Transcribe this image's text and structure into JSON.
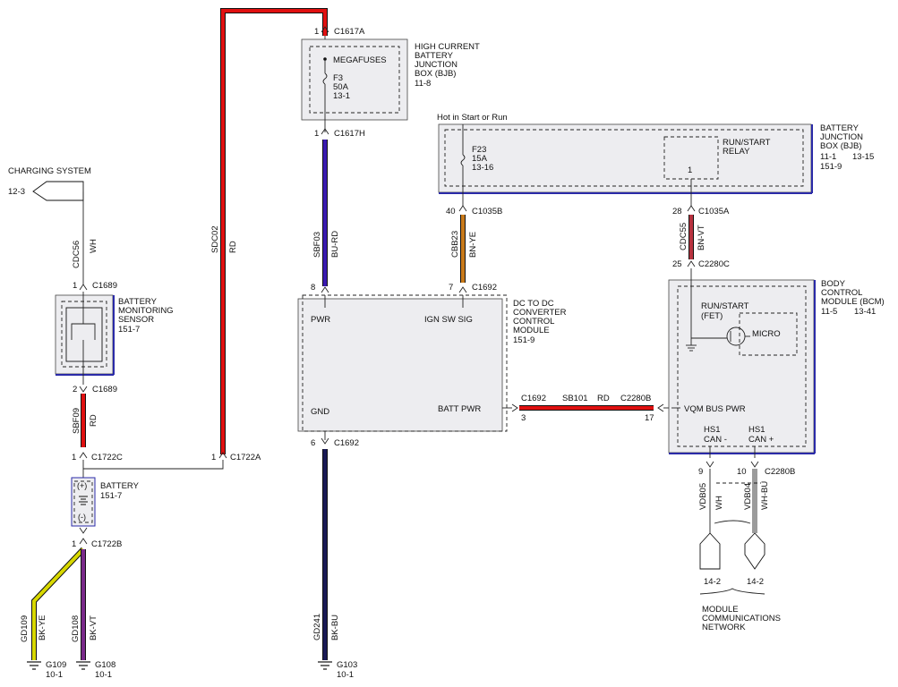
{
  "labels": {
    "c1617a": "C1617A",
    "c1617h": "C1617H",
    "pin1_top": "1",
    "pin1_bjb_bottom": "1",
    "hcbjb_title": [
      "HIGH CURRENT",
      "BATTERY",
      "JUNCTION",
      "BOX (BJB)"
    ],
    "hcbjb_ref": "11-8",
    "megafuses": "MEGAFUSES",
    "f3": [
      "F3",
      "50A",
      "13-1"
    ],
    "hot_in_start": "Hot in Start or Run",
    "bjb_title": [
      "BATTERY",
      "JUNCTION",
      "BOX (BJB)"
    ],
    "bjb_refs": [
      "11-1",
      "13-15",
      "151-9"
    ],
    "f23": [
      "F23",
      "15A",
      "13-16"
    ],
    "relay": [
      "RUN/START",
      "RELAY"
    ],
    "relay_pin": "1",
    "charging_system": "CHARGING SYSTEM",
    "ref_12_3": "12-3",
    "cdc56": "CDC56",
    "wh": "WH",
    "c1689_top": "C1689",
    "pin1_bms": "1",
    "bms_title": [
      "BATTERY",
      "MONITORING",
      "SENSOR"
    ],
    "bms_ref": "151-7",
    "pin2_bms": "2",
    "c1689_bottom": "C1689",
    "sbf09": "SBF09",
    "rd_small": "RD",
    "pin1_c1722c": "1",
    "c1722c": "C1722C",
    "sdc02": "SDC02",
    "rd_sdc02": "RD",
    "pin1_c1722a": "1",
    "c1722a": "C1722A",
    "battery_title": "BATTERY",
    "battery_ref": "151-7",
    "batt_plus": "(+)",
    "batt_minus": "(-)",
    "pin1_c1722b": "1",
    "c1722b": "C1722B",
    "gd109": "GD109",
    "bk_ye": "BK-YE",
    "gd108": "GD108",
    "bk_vt": "BK-VT",
    "g109": [
      "G109",
      "10-1"
    ],
    "g108": [
      "G108",
      "10-1"
    ],
    "sbf03": "SBF03",
    "bu_rd": "BU-RD",
    "pin8": "8",
    "cbb23": "CBB23",
    "bn_ye": "BN-YE",
    "pin40": "40",
    "c1035b": "C1035B",
    "pin7": "7",
    "c1692_top": "C1692",
    "dcdc_title": [
      "DC TO DC",
      "CONVERTER",
      "CONTROL",
      "MODULE"
    ],
    "dcdc_ref": "151-9",
    "pwr": "PWR",
    "ign_sw_sig": "IGN SW SIG",
    "gnd": "GND",
    "batt_pwr": "BATT PWR",
    "pin6": "6",
    "c1692_bottom": "C1692",
    "gd241": "GD241",
    "bk_bu": "BK-BU",
    "g103": [
      "G103",
      "10-1"
    ],
    "c1692_mid": "C1692",
    "sb101": "SB101",
    "rd_sb101": "RD",
    "c2280b_mid": "C2280B",
    "pin3": "3",
    "pin17": "17",
    "cdc55": "CDC55",
    "bn_vt": "BN-VT",
    "pin28": "28",
    "c1035a": "C1035A",
    "pin25": "25",
    "c2280c": "C2280C",
    "bcm_title": [
      "BODY",
      "CONTROL",
      "MODULE (BCM)"
    ],
    "bcm_refs": [
      "11-5",
      "13-41"
    ],
    "run_start_fet": [
      "RUN/START",
      "(FET)"
    ],
    "micro": "MICRO",
    "vqm_bus_pwr": "VQM BUS PWR",
    "hs1_can_minus": [
      "HS1",
      "CAN -"
    ],
    "hs1_can_plus": [
      "HS1",
      "CAN +"
    ],
    "pin9": "9",
    "pin10": "10",
    "c2280b_bottom": "C2280B",
    "vdb05": "VDB05",
    "wh_can": "WH",
    "vdb04": "VDB04",
    "wh_bu": "WH-BU",
    "ref_14_2_a": "14-2",
    "ref_14_2_b": "14-2",
    "network": [
      "MODULE",
      "COMMUNICATIONS",
      "NETWORK"
    ]
  },
  "colors": {
    "wire_red": "#e01010",
    "wire_blue_red": "#3a1ab0",
    "wire_brown_yellow": "#c97a1a",
    "wire_brown_violet": "#b8323f",
    "wire_black_yellow": "#d8d800",
    "wire_black_violet": "#7a2a8a",
    "wire_black_blue": "#1a1a55",
    "module_fill": "#ededf0",
    "module_border": "#2a2aa8"
  }
}
